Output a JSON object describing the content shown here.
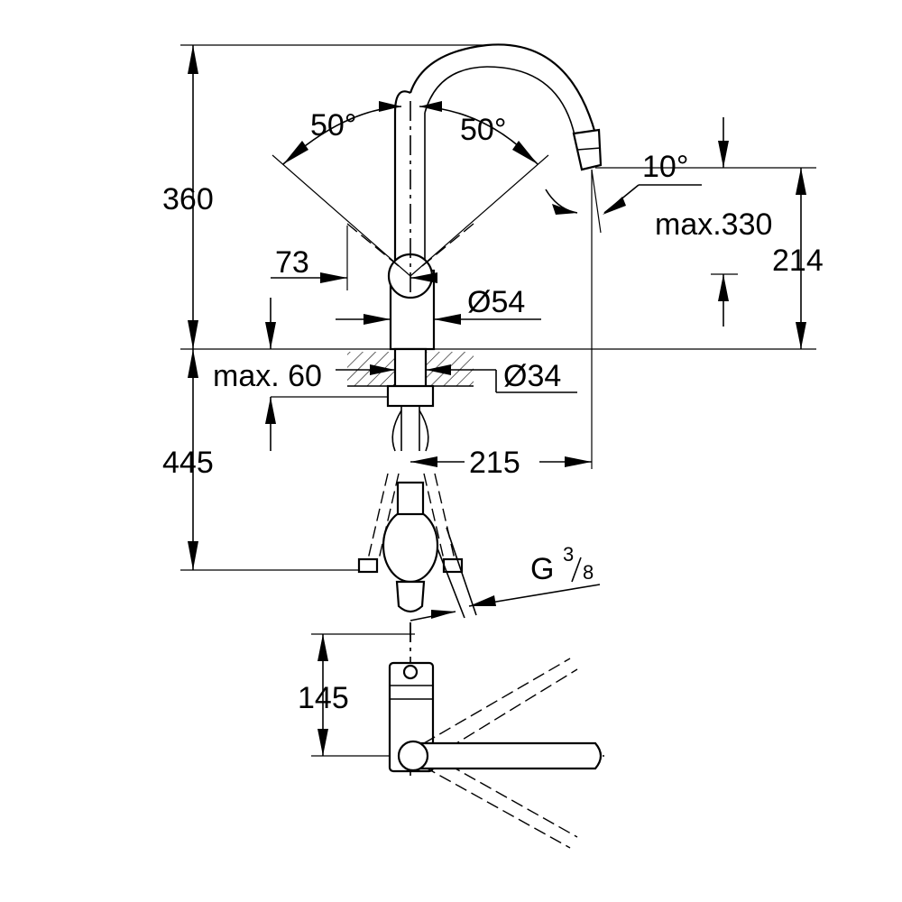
{
  "dimensions": {
    "height_total": "360",
    "height_below": "445",
    "angle_left": "50°",
    "angle_right": "50°",
    "spout_tilt": "10°",
    "outlet_height": "max.330",
    "spout_height": "214",
    "lever_offset": "73",
    "body_diameter": "Ø54",
    "hole_diameter": "Ø34",
    "deck_thickness": "max. 60",
    "projection": "215",
    "connection_prefix": "G",
    "connection_num": "3",
    "connection_den": "8",
    "plan_depth": "145"
  }
}
